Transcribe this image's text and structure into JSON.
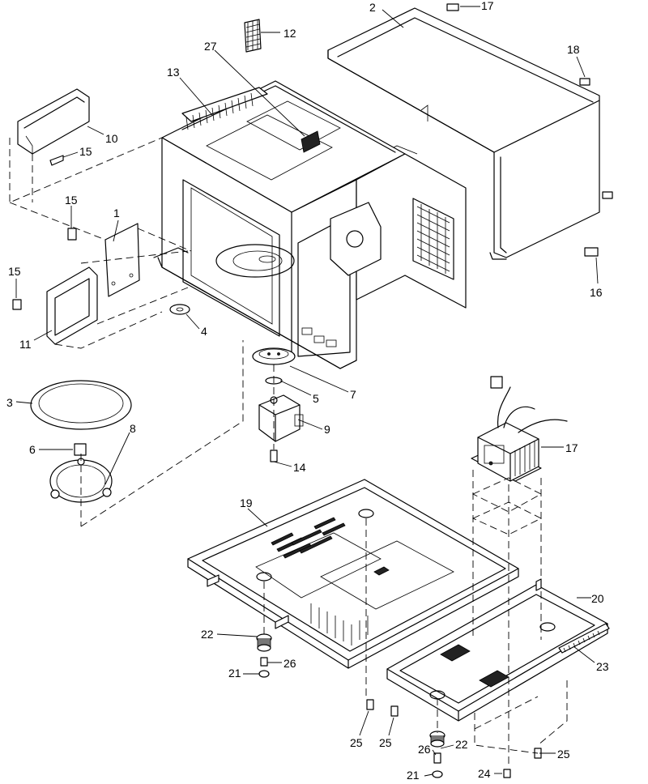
{
  "callouts": [
    {
      "id": "c1",
      "text": "1"
    },
    {
      "id": "c2",
      "text": "2"
    },
    {
      "id": "c3",
      "text": "3"
    },
    {
      "id": "c4",
      "text": "4"
    },
    {
      "id": "c5",
      "text": "5"
    },
    {
      "id": "c6",
      "text": "6"
    },
    {
      "id": "c7",
      "text": "7"
    },
    {
      "id": "c8",
      "text": "8"
    },
    {
      "id": "c9",
      "text": "9"
    },
    {
      "id": "c10",
      "text": "10"
    },
    {
      "id": "c11",
      "text": "11"
    },
    {
      "id": "c12",
      "text": "12"
    },
    {
      "id": "c13",
      "text": "13"
    },
    {
      "id": "c14",
      "text": "14"
    },
    {
      "id": "c15a",
      "text": "15"
    },
    {
      "id": "c15b",
      "text": "15"
    },
    {
      "id": "c15c",
      "text": "15"
    },
    {
      "id": "c16",
      "text": "16"
    },
    {
      "id": "c17a",
      "text": "17"
    },
    {
      "id": "c17b",
      "text": "17"
    },
    {
      "id": "c18",
      "text": "18"
    },
    {
      "id": "c19",
      "text": "19"
    },
    {
      "id": "c20",
      "text": "20"
    },
    {
      "id": "c21a",
      "text": "21"
    },
    {
      "id": "c21b",
      "text": "21"
    },
    {
      "id": "c22a",
      "text": "22"
    },
    {
      "id": "c22b",
      "text": "22"
    },
    {
      "id": "c23",
      "text": "23"
    },
    {
      "id": "c24",
      "text": "24"
    },
    {
      "id": "c25a",
      "text": "25"
    },
    {
      "id": "c25b",
      "text": "25"
    },
    {
      "id": "c25c",
      "text": "25"
    },
    {
      "id": "c26a",
      "text": "26"
    },
    {
      "id": "c26b",
      "text": "26"
    },
    {
      "id": "c27",
      "text": "27"
    }
  ]
}
